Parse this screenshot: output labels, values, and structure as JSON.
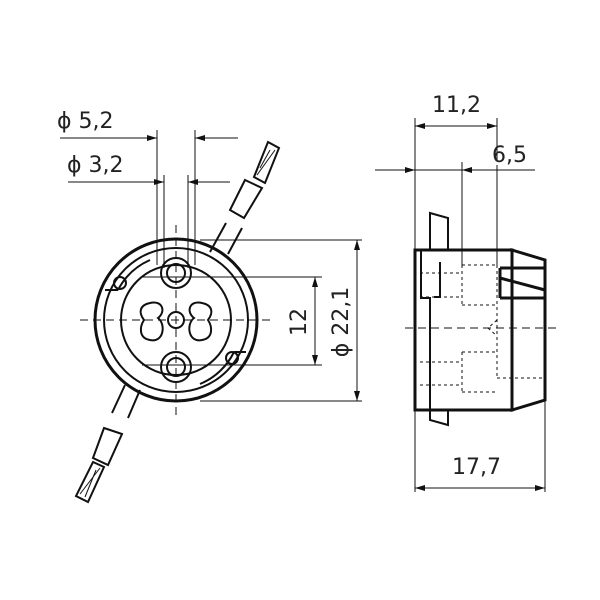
{
  "dimensions": {
    "pin_outer_diameter": "ϕ 5,2",
    "pin_inner_diameter": "ϕ 3,2",
    "pin_spacing": "12",
    "body_diameter": "ϕ 22,1",
    "depth_upper": "11,2",
    "depth_inner": "6,5",
    "total_length": "17,7"
  },
  "colors": {
    "line": "#111111",
    "background": "#ffffff"
  }
}
